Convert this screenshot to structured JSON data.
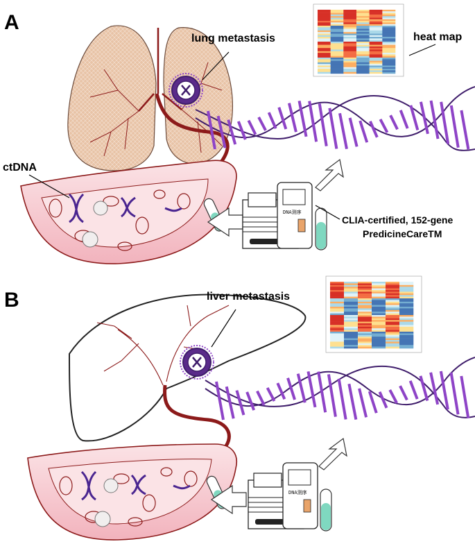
{
  "panels": [
    {
      "letter": "A",
      "organ": "lung",
      "metastasis_label": "lung metastasis",
      "heatmap_label": "heat map",
      "ctdna_label": "ctDNA",
      "assay_label_line1": "CLIA-certified, 152-gene",
      "assay_label_line2": "PredicineCareTM",
      "sequencer_text": "DNA测序"
    },
    {
      "letter": "B",
      "organ": "liver",
      "metastasis_label": "liver metastasis",
      "sequencer_text": "DNA测序"
    }
  ],
  "colors": {
    "lung_fill": "#e8c3a6",
    "liver_fill": "#ffffff",
    "vessel_red": "#8c1a1a",
    "blood_fill": "#f6c9cf",
    "dna_purple": "#8e44c7",
    "dna_dark": "#3f1d6b",
    "tube_liquid": "#7fd8c0",
    "tube_orange": "#e9a46a"
  }
}
